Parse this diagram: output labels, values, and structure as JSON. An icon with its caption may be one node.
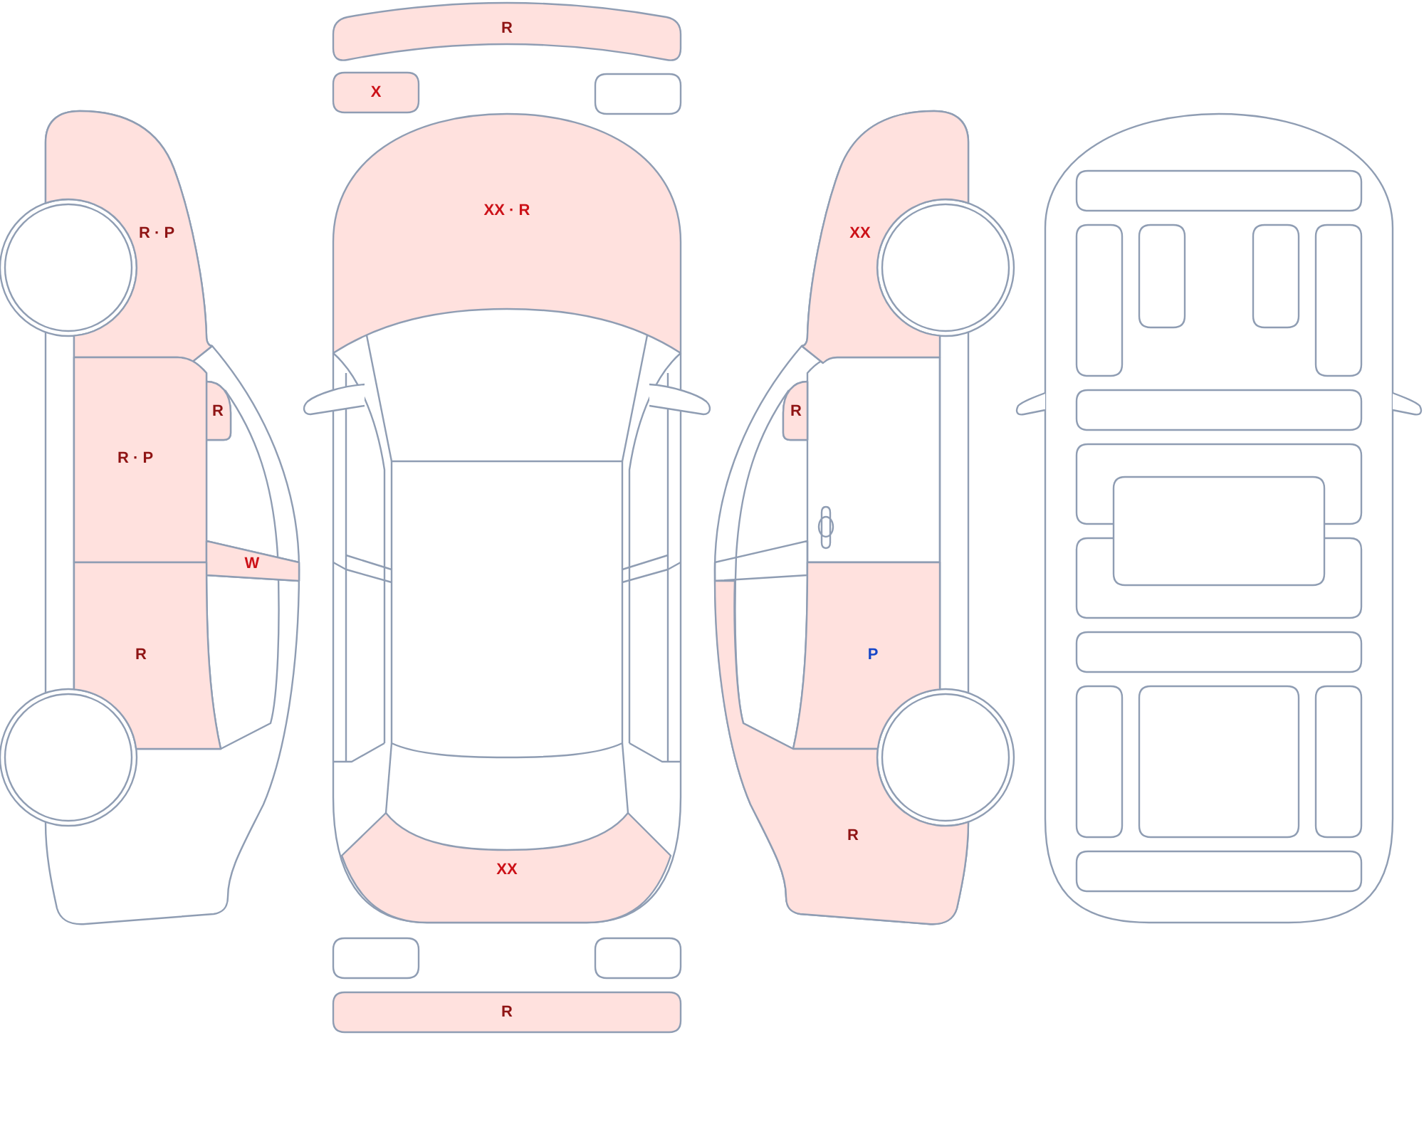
{
  "diagram": {
    "nodes": [
      {
        "text": [
          "R · P"
        ]
      },
      {
        "text": [
          "R"
        ]
      },
      {
        "text": [
          "R · P"
        ]
      },
      {
        "text": [
          "W"
        ]
      },
      {
        "text": [
          "R"
        ]
      },
      {
        "text": [
          "R"
        ]
      },
      {
        "text": [
          "X"
        ]
      },
      {
        "text": [],
        "shape": "box"
      },
      {
        "text": [
          "XX · R"
        ]
      },
      {
        "text": [
          "XX"
        ]
      },
      {
        "text": [],
        "shape": "box"
      },
      {
        "text": [],
        "shape": "box"
      },
      {
        "text": [
          "R"
        ]
      },
      {
        "text": [
          "XX"
        ]
      },
      {
        "text": [
          "R"
        ]
      },
      {
        "text": [
          "P"
        ]
      },
      {
        "text": [
          "R"
        ]
      }
    ]
  }
}
